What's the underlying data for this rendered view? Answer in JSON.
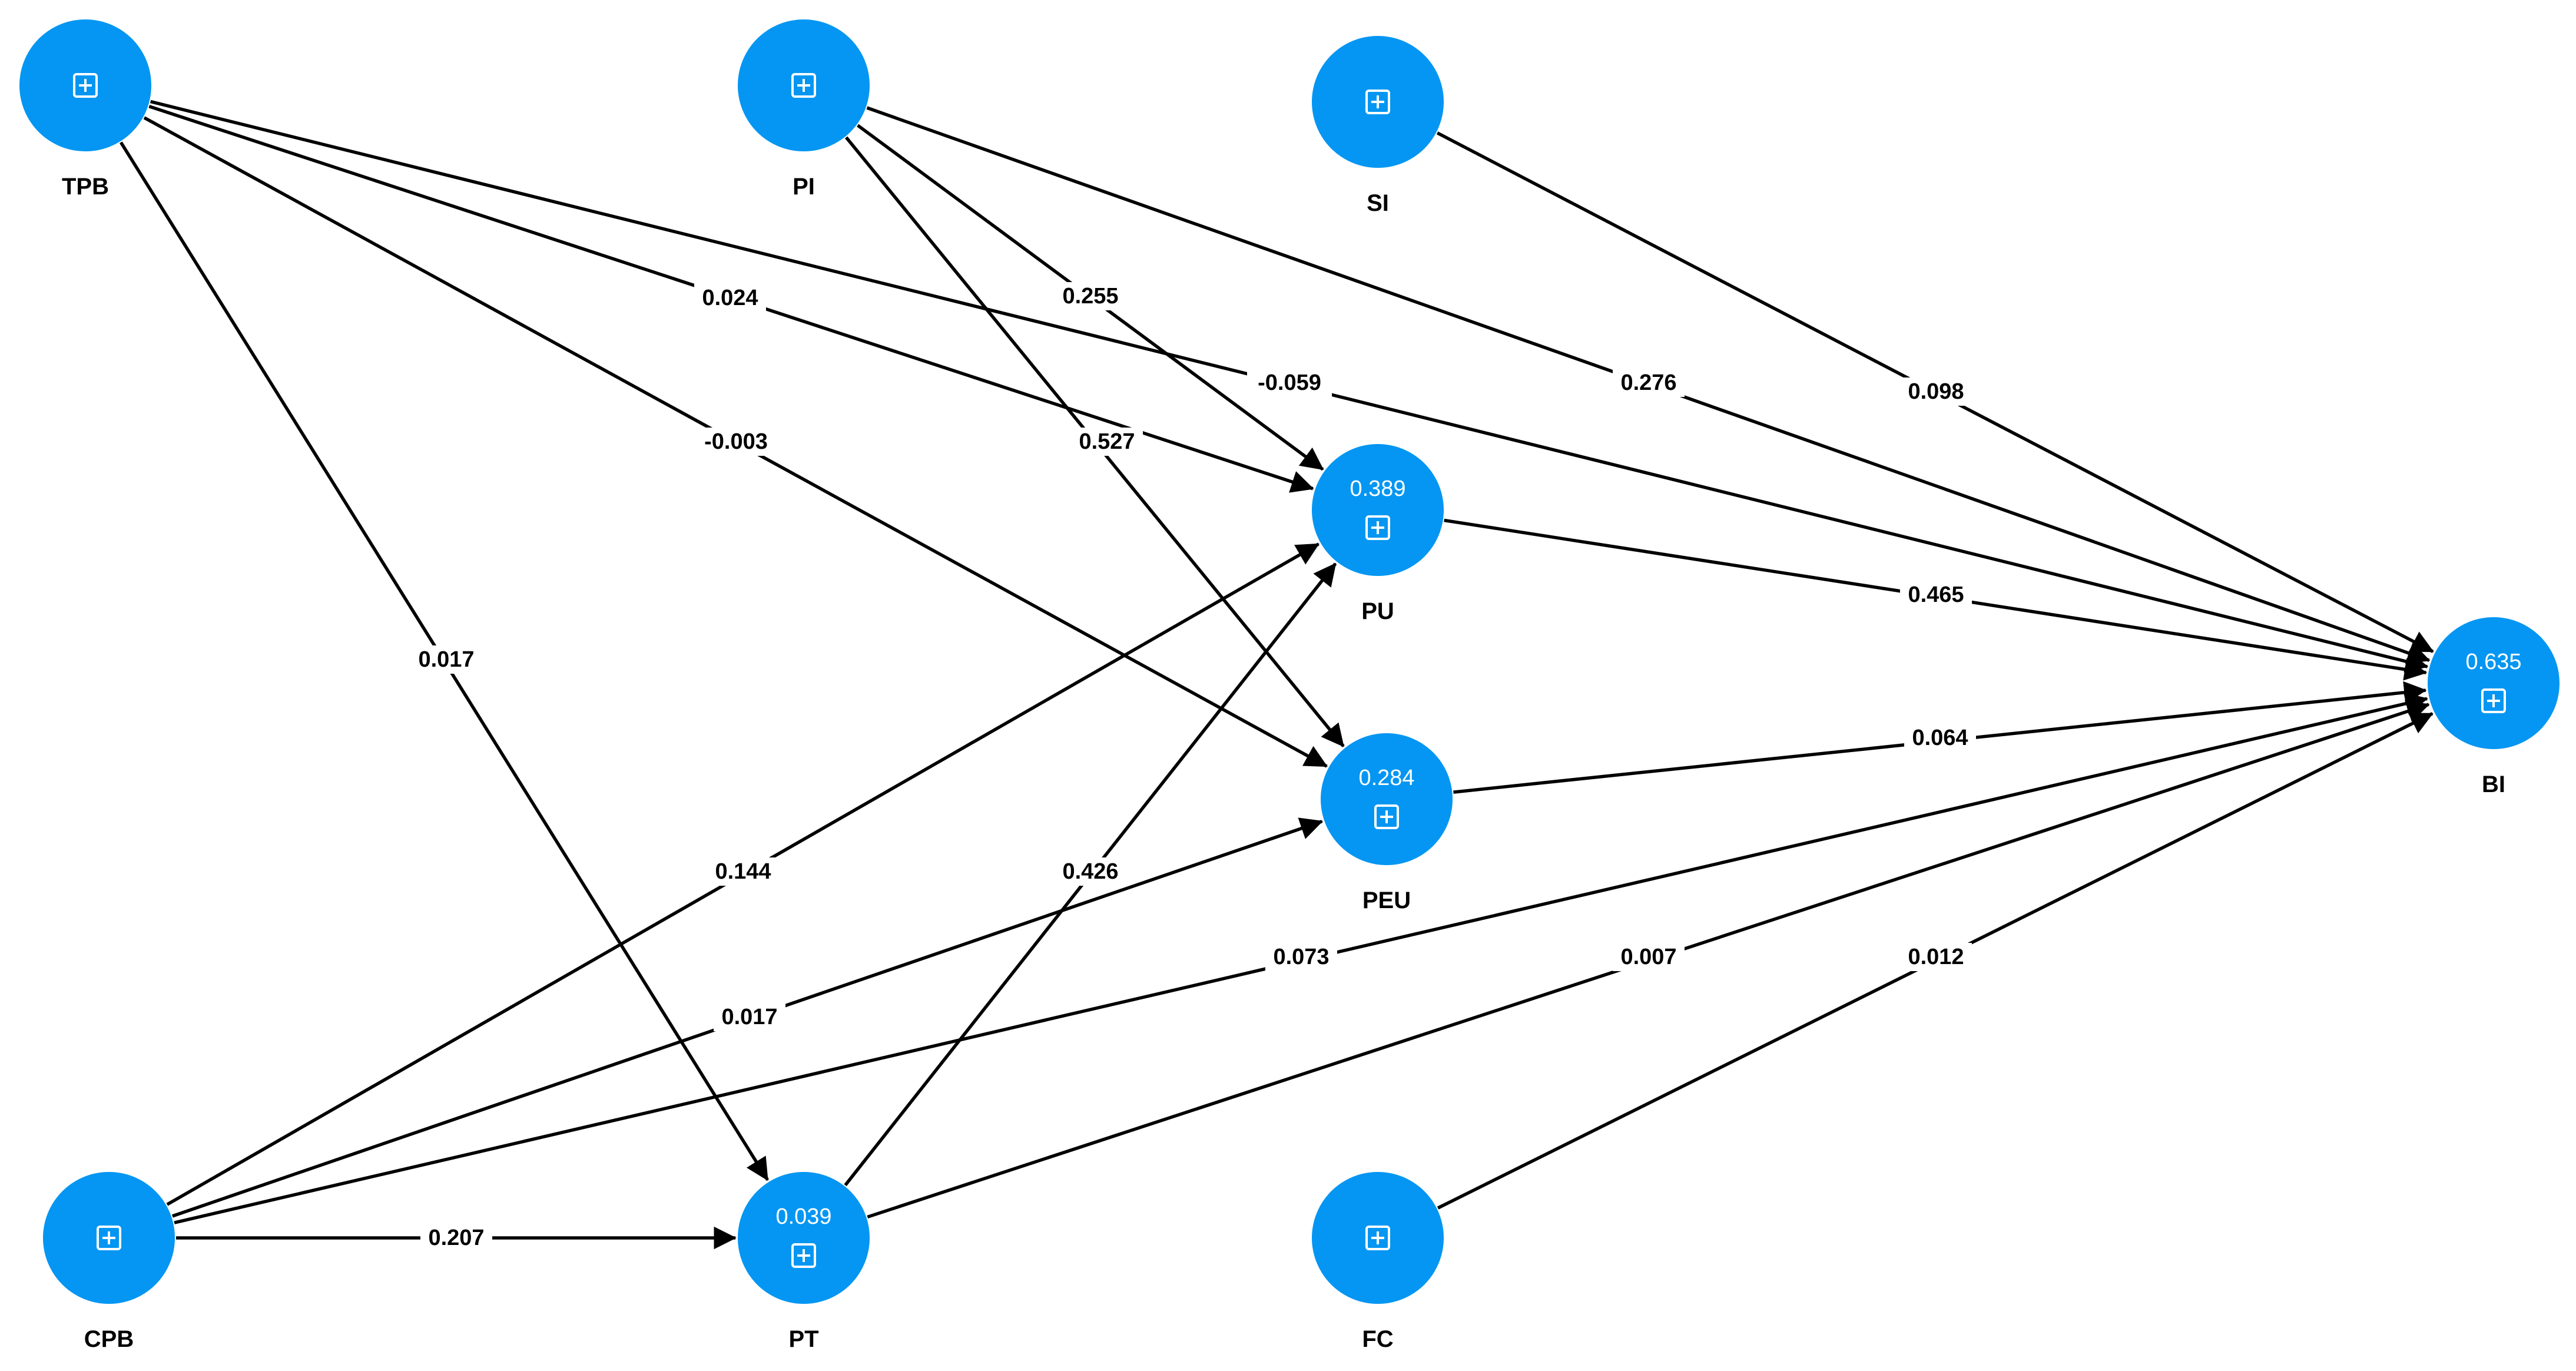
{
  "colors": {
    "node_fill": "#0496f2",
    "edge": "#000000",
    "background": "#ffffff"
  },
  "icons": {
    "node_expand": "plus-square-icon"
  },
  "nodes": [
    {
      "id": "TPB",
      "label": "TPB",
      "value": ""
    },
    {
      "id": "PI",
      "label": "PI",
      "value": ""
    },
    {
      "id": "SI",
      "label": "SI",
      "value": ""
    },
    {
      "id": "PU",
      "label": "PU",
      "value": "0.389"
    },
    {
      "id": "PEU",
      "label": "PEU",
      "value": "0.284"
    },
    {
      "id": "BI",
      "label": "BI",
      "value": "0.635"
    },
    {
      "id": "CPB",
      "label": "CPB",
      "value": ""
    },
    {
      "id": "PT",
      "label": "PT",
      "value": "0.039"
    },
    {
      "id": "FC",
      "label": "FC",
      "value": ""
    }
  ],
  "edges": [
    {
      "from": "TPB",
      "to": "PU",
      "label": "0.024"
    },
    {
      "from": "TPB",
      "to": "PEU",
      "label": "-0.003"
    },
    {
      "from": "TPB",
      "to": "BI",
      "label": "-0.059"
    },
    {
      "from": "TPB",
      "to": "PT",
      "label": "0.017"
    },
    {
      "from": "PI",
      "to": "PU",
      "label": "0.255"
    },
    {
      "from": "PI",
      "to": "PEU",
      "label": "0.527"
    },
    {
      "from": "PI",
      "to": "BI",
      "label": "0.276"
    },
    {
      "from": "SI",
      "to": "BI",
      "label": "0.098"
    },
    {
      "from": "PU",
      "to": "BI",
      "label": "0.465"
    },
    {
      "from": "PEU",
      "to": "BI",
      "label": "0.064"
    },
    {
      "from": "CPB",
      "to": "PU",
      "label": "0.144"
    },
    {
      "from": "CPB",
      "to": "PEU",
      "label": "0.017"
    },
    {
      "from": "CPB",
      "to": "BI",
      "label": "0.073"
    },
    {
      "from": "CPB",
      "to": "PT",
      "label": "0.207"
    },
    {
      "from": "PT",
      "to": "PU",
      "label": "0.426"
    },
    {
      "from": "PT",
      "to": "BI",
      "label": "0.007"
    },
    {
      "from": "FC",
      "to": "BI",
      "label": "0.012"
    }
  ]
}
